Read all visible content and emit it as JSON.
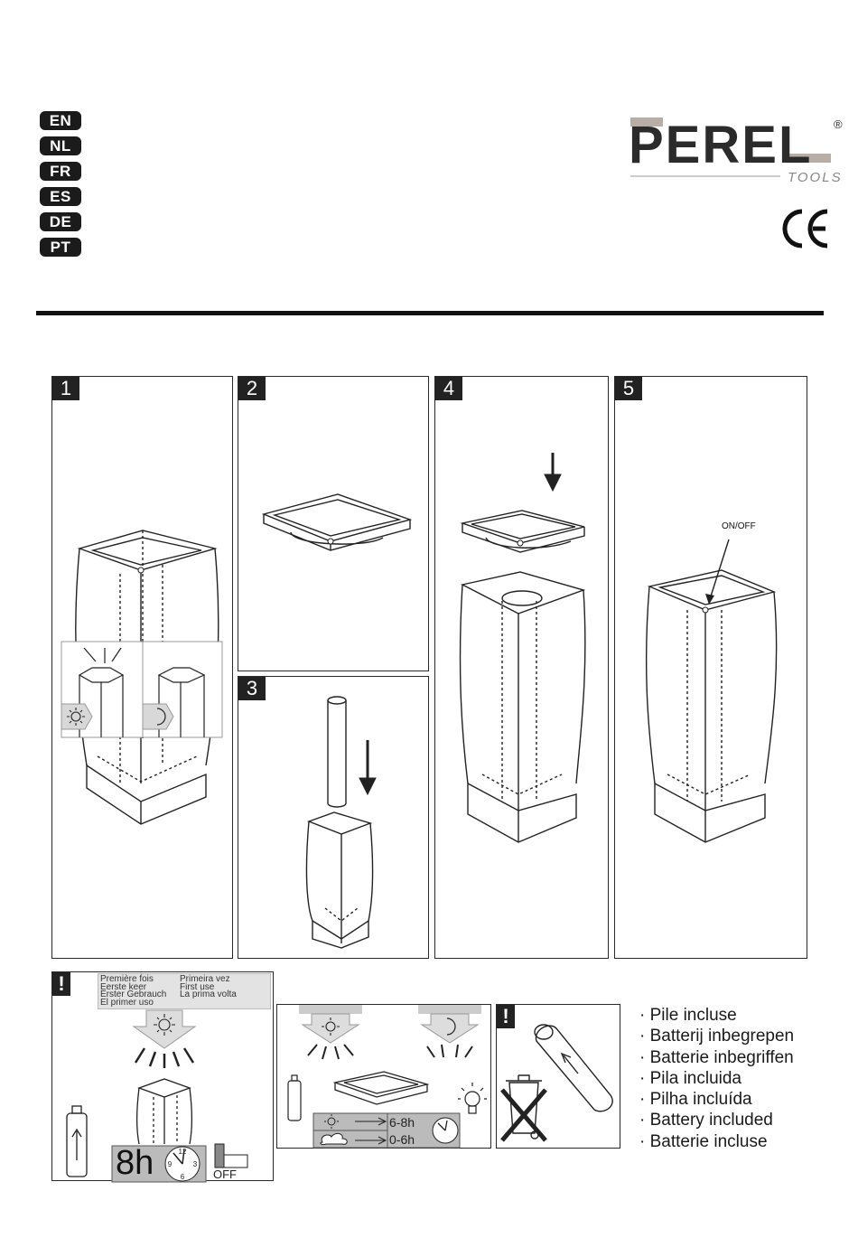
{
  "languages": [
    "EN",
    "NL",
    "FR",
    "ES",
    "DE",
    "PT"
  ],
  "logo": {
    "brand": "PEREL",
    "sub": "TOOLS",
    "reg": "®",
    "accent": "#b9aea6",
    "ink": "#2b2b2b"
  },
  "ce_mark": "CE",
  "steps": {
    "s1": "1",
    "s2": "2",
    "s3": "3",
    "s4": "4",
    "s5": "5"
  },
  "step5_label": "ON/OFF",
  "warning_symbol": "!",
  "first_use": {
    "col1": [
      "Première fois",
      "Eerste keer",
      "Erster Gebrauch",
      "El primer uso"
    ],
    "col2": [
      "Primeira vez",
      "First use",
      "La prima volta"
    ]
  },
  "charge": {
    "hours": "8h",
    "switch_label": "OFF",
    "clock_numbers": [
      "12",
      "3",
      "6",
      "9"
    ]
  },
  "operation": {
    "sunny_hours": "6-8h",
    "cloudy_hours": "0-6h"
  },
  "battery_notes": [
    "· Pile incluse",
    "· Batterij inbegrepen",
    "· Batterie inbegriffen",
    "· Pila incluida",
    "· Pilha incluída",
    "· Battery included",
    "· Batterie incluse"
  ],
  "icons": [
    "sun-icon",
    "moon-icon",
    "clock-icon",
    "battery-icon",
    "bin-crossed-icon",
    "bulb-icon",
    "cloud-icon",
    "down-arrow-icon"
  ]
}
